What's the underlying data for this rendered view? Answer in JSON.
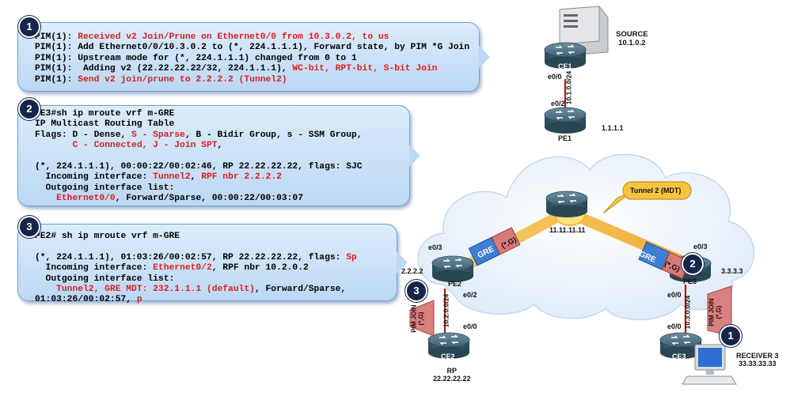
{
  "panels": [
    {
      "number": "1",
      "lines": [
        [
          {
            "t": "PIM(1): "
          },
          {
            "t": "Received v2 Join/Prune on Ethernet0/0 from 10.3.0.2, to us",
            "red": true
          }
        ],
        [
          {
            "t": "PIM(1): Add Ethernet0/0/10.3.0.2 to (*, 224.1.1.1), Forward state, by PIM *G Join"
          }
        ],
        [
          {
            "t": "PIM(1): Upstream mode for (*, 224.1.1.1) changed from 0 to 1"
          }
        ],
        [
          {
            "t": "PIM(1):  Adding v2 (22.22.22.22/32, 224.1.1.1), "
          },
          {
            "t": "WC-bit, RPT-bit, S-bit Join",
            "red": true
          }
        ],
        [
          {
            "t": "PIM(1): "
          },
          {
            "t": "Send v2 join/prune to 2.2.2.2 (Tunnel2)",
            "red": true
          }
        ]
      ]
    },
    {
      "number": "2",
      "lines": [
        [
          {
            "t": "PE3#sh ip mroute vrf m-GRE"
          }
        ],
        [
          {
            "t": "IP Multicast Routing Table"
          }
        ],
        [
          {
            "t": "Flags: D - Dense, "
          },
          {
            "t": "S - Sparse",
            "red": true
          },
          {
            "t": ", B - Bidir Group, s - SSM Group,"
          }
        ],
        [
          {
            "t": "       "
          },
          {
            "t": "C - Connected, J - Join SPT",
            "red": true
          },
          {
            "t": ","
          }
        ],
        [
          {
            "t": ""
          }
        ],
        [
          {
            "t": "(*, 224.1.1.1), 00:00:22/00:02:46, RP 22.22.22.22, flags: SJC"
          }
        ],
        [
          {
            "t": "  Incoming interface: "
          },
          {
            "t": "Tunnel2",
            "red": true
          },
          {
            "t": ", "
          },
          {
            "t": "RPF nbr 2.2.2.2",
            "red": true
          }
        ],
        [
          {
            "t": "  Outgoing interface list:"
          }
        ],
        [
          {
            "t": "    "
          },
          {
            "t": "Ethernet0/0",
            "red": true
          },
          {
            "t": ", Forward/Sparse, 00:00:22/00:03:07"
          }
        ]
      ]
    },
    {
      "number": "3",
      "lines": [
        [
          {
            "t": "PE2# sh ip mroute vrf m-GRE"
          }
        ],
        [
          {
            "t": ""
          }
        ],
        [
          {
            "t": "(*, 224.1.1.1), 01:03:26/00:02:57, RP 22.22.22.22, flags: "
          },
          {
            "t": "Sp",
            "red": true
          }
        ],
        [
          {
            "t": "  Incoming interface: "
          },
          {
            "t": "Ethernet0/2",
            "red": true
          },
          {
            "t": ", RPF nbr 10.2.0.2"
          }
        ],
        [
          {
            "t": "  Outgoing interface list:"
          }
        ],
        [
          {
            "t": "    "
          },
          {
            "t": "Tunnel2, GRE MDT: 232.1.1.1 (default)",
            "red": true
          },
          {
            "t": ", Forward/Sparse,"
          }
        ],
        [
          {
            "t": "01:03:26/00:02:57, "
          },
          {
            "t": "p",
            "red": true
          }
        ]
      ]
    }
  ],
  "topology": {
    "source": {
      "label": "SOURCE",
      "ip": "10.1.0.2"
    },
    "ce1": {
      "name": "CE1",
      "intf": "e0/0"
    },
    "link_ce1_pe1": "10.1.0.0/24",
    "pe1": {
      "name": "PE1",
      "intf": "e0/2",
      "ip": "1.1.1.1"
    },
    "core": {
      "ip": "11.11.11.11"
    },
    "tunnel_callout": "Tunnel 2 (MDT)",
    "pe2": {
      "name": "PE2",
      "ip": "2.2.2.2",
      "intf_top": "e0/3",
      "intf_bottom": "e0/2"
    },
    "pe3": {
      "name": "PE3",
      "ip": "3.3.3.3",
      "intf_top": "e0/3",
      "intf_bottom": "e0/0"
    },
    "gre_left": "GRE",
    "sg_left": "(*,G)",
    "gre_right": "GRE",
    "sg_right": "(*,G)",
    "link_pe2_ce2": "10.2.0.0/24",
    "link_pe3_ce3": "10.3.0.0/24",
    "ce2": {
      "name": "CE2",
      "intf": "e0/0"
    },
    "rp": {
      "label": "RP",
      "ip": "22.22.22.22"
    },
    "ce3": {
      "name": "CE3",
      "intf": "e0/0"
    },
    "receiver": {
      "label": "RECEIVER 3",
      "ip": "33.33.33.33"
    },
    "pim_join_left": "PIM JOIN",
    "pim_join_left_sg": "(*,G)",
    "pim_join_right": "PIM JOIN",
    "pim_join_right_sg": "(*,G)",
    "badge_pe3": "2",
    "badge_pe2": "3",
    "badge_receiver": "1"
  },
  "colors": {
    "red_text": "#e01b1b",
    "badge": "#16254a",
    "panel": "#bcd8f4",
    "tunnel": "#f5b73b",
    "gre": "#3f7fd3",
    "join": "#d47070"
  }
}
